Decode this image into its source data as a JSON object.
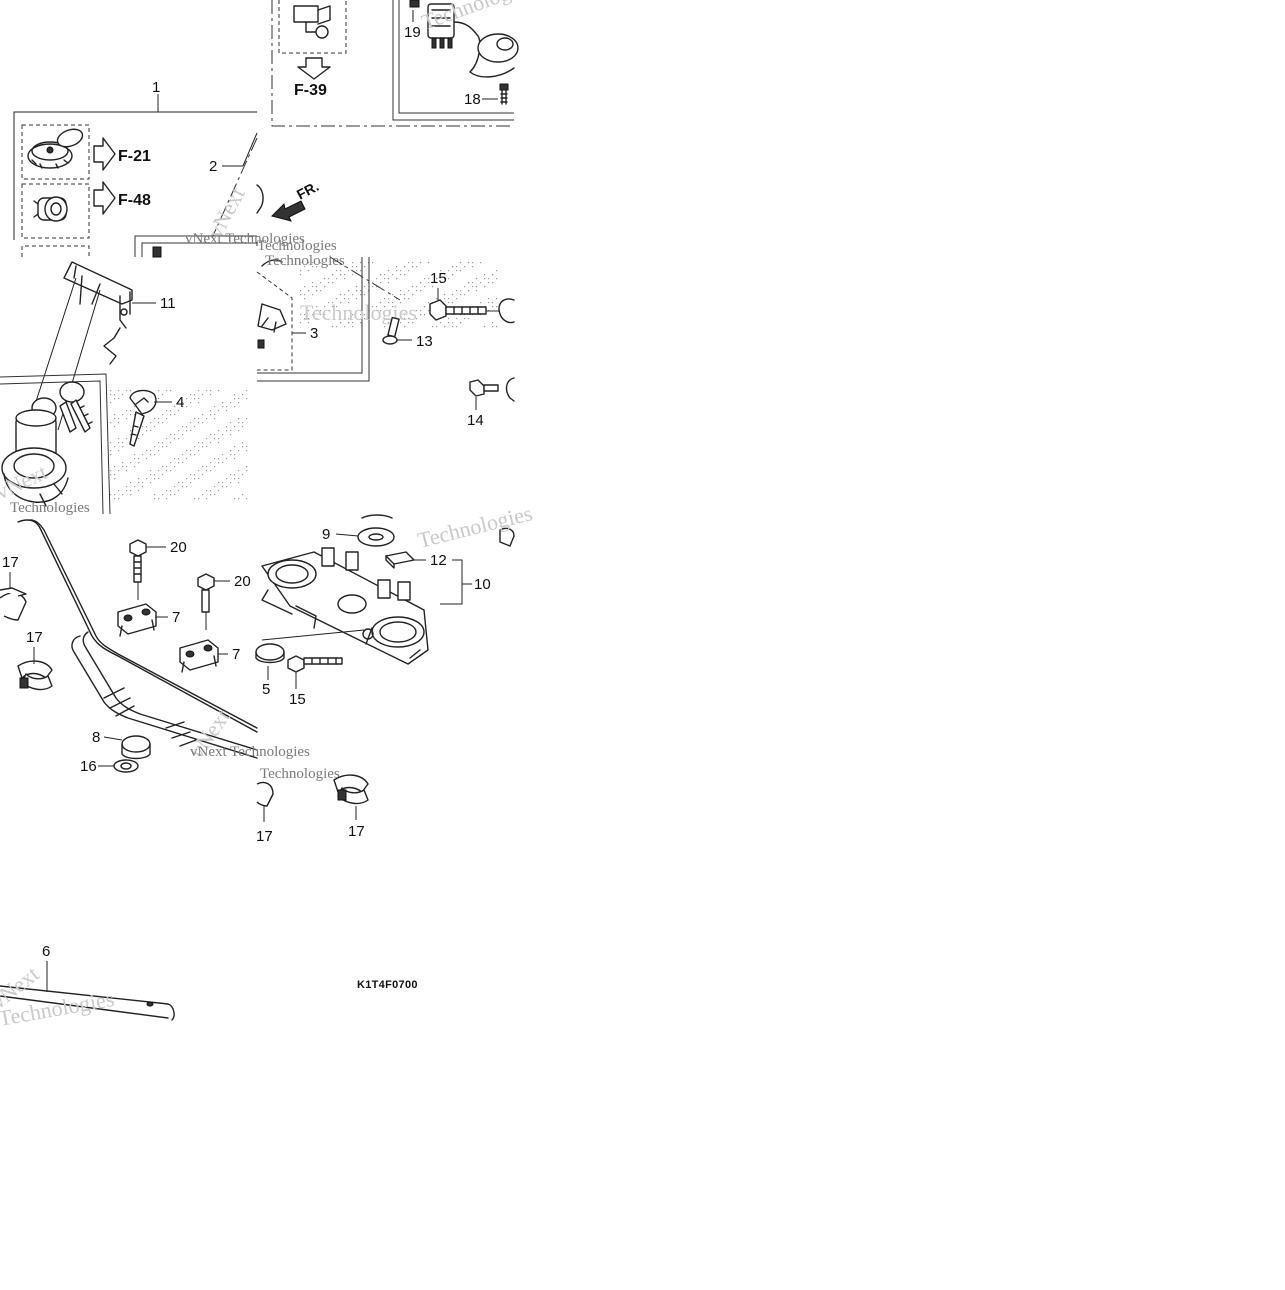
{
  "diagram_code": "K1T4F0700",
  "direction_label": "FR.",
  "watermark": [
    "vNext Technologies",
    "Technologies",
    "vNext"
  ],
  "section_refs": [
    "F-21",
    "F-48",
    "F-39"
  ],
  "callouts": {
    "c1": "1",
    "c2": "2",
    "c3": "3",
    "c4": "4",
    "c5": "5",
    "c6": "6",
    "c7a": "7",
    "c7b": "7",
    "c8": "8",
    "c9": "9",
    "c10": "10",
    "c11": "11",
    "c12": "12",
    "c13": "13",
    "c14": "14",
    "c15a": "15",
    "c15b": "15",
    "c16": "16",
    "c17a": "17",
    "c17b": "17",
    "c17c": "17",
    "c17d": "17",
    "c18": "18",
    "c19": "19",
    "c20a": "20",
    "c20b": "20"
  },
  "icons": [
    "arrow-right-hollow-icon",
    "arrow-down-hollow-icon",
    "front-direction-arrow-icon"
  ]
}
